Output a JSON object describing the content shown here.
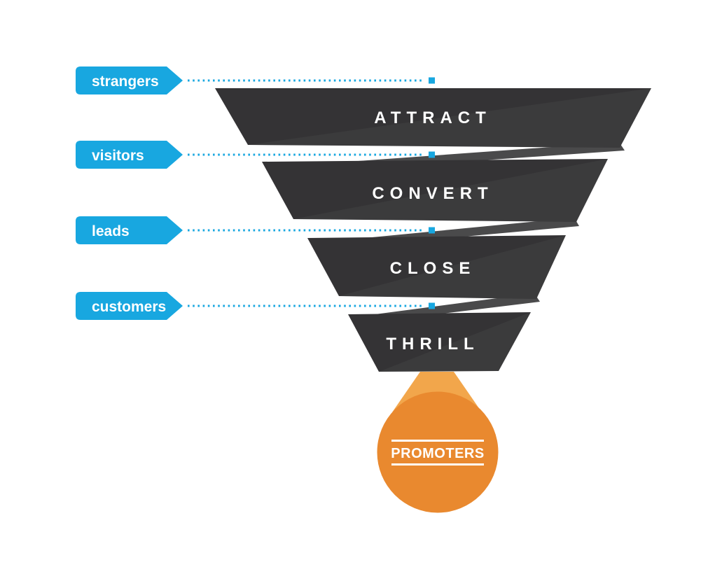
{
  "diagram": {
    "type": "inbound-marketing-funnel",
    "background": "#ffffff",
    "colors": {
      "tag_blue": "#18a7e0",
      "funnel_dark": "#343335",
      "funnel_fold_gray": "#4a4a4b",
      "drop_orange": "#e9892f",
      "drop_neck_orange": "#f2a64b",
      "text_white": "#ffffff"
    },
    "stages": [
      {
        "audience": "strangers",
        "action": "ATTRACT"
      },
      {
        "audience": "visitors",
        "action": "CONVERT"
      },
      {
        "audience": "leads",
        "action": "CLOSE"
      },
      {
        "audience": "customers",
        "action": "THRILL"
      }
    ],
    "outcome": {
      "label": "PROMOTERS"
    }
  }
}
